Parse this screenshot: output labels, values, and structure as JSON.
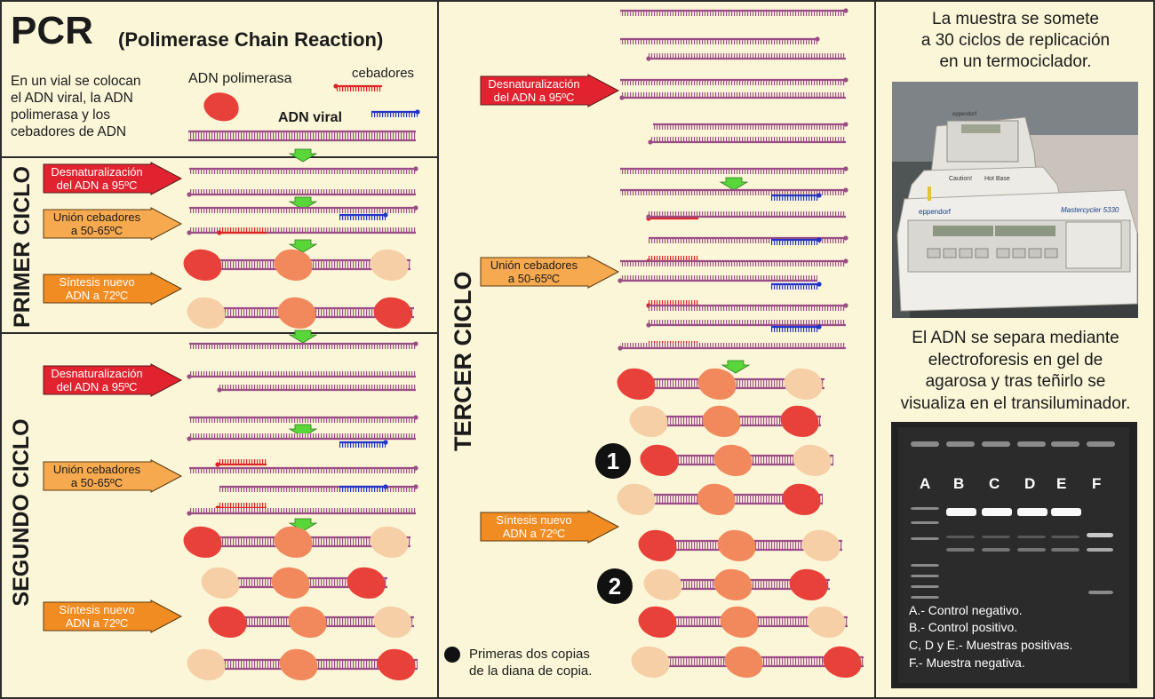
{
  "title": {
    "main": "PCR",
    "sub": "(Polimerase Chain Reaction)"
  },
  "intro": {
    "text_lines": [
      "En un vial se colocan",
      "el ADN viral, la ADN",
      "polimerasa y los",
      "cebadores de ADN"
    ],
    "polymerase_label": "ADN polimerasa",
    "primers_label": "cebadores",
    "viral_label": "ADN viral"
  },
  "sections": {
    "first": "PRIMER CICLO",
    "second": "SEGUNDO CICLO",
    "third": "TERCER CICLO"
  },
  "steps": {
    "denature": [
      "Desnaturalización",
      "del ADN a 95ºC"
    ],
    "anneal": [
      "Unión cebadores",
      "a 50-65ºC"
    ],
    "extend": [
      "Síntesis nuevo",
      "ADN a 72ºC"
    ]
  },
  "markers": {
    "one": "1",
    "two": "2",
    "legend_lines": [
      "Primeras dos copias",
      "de la diana de copia."
    ]
  },
  "right": {
    "caption_top": [
      "La muestra se somete",
      "a 30 ciclos de replicación",
      "en un termociclador."
    ],
    "caption_mid": [
      "El ADN se separa mediante",
      "electroforesis en gel de",
      "agarosa y tras teñirlo se",
      "visualiza en el transiluminador."
    ],
    "device": {
      "brand": "eppendorf",
      "model": "Mastercycler 5330",
      "lid_label": "eppendorf",
      "caution": "Caution!",
      "hot_base": "Hot Base"
    },
    "gel": {
      "lanes": [
        "A",
        "B",
        "C",
        "D",
        "E",
        "F"
      ],
      "legend": [
        "A.- Control negativo.",
        "B.- Control positivo.",
        "C, D y E.- Muestras positivas.",
        "F.- Muestra negativa."
      ]
    }
  },
  "colors": {
    "panel_bg": "#fbf6d8",
    "border": "#2c2c2c",
    "dna": "#9b4e86",
    "primer_red": "#e02424",
    "primer_blue": "#2334c8",
    "denature_arrow": "#e0232e",
    "anneal_arrow": "#f6a94e",
    "extend_arrow": "#f08c22",
    "flow_arrow": "#59d63a",
    "enzyme_dark": "#e8413a",
    "enzyme_mid": "#f2895d",
    "enzyme_light": "#f6cfa6"
  }
}
